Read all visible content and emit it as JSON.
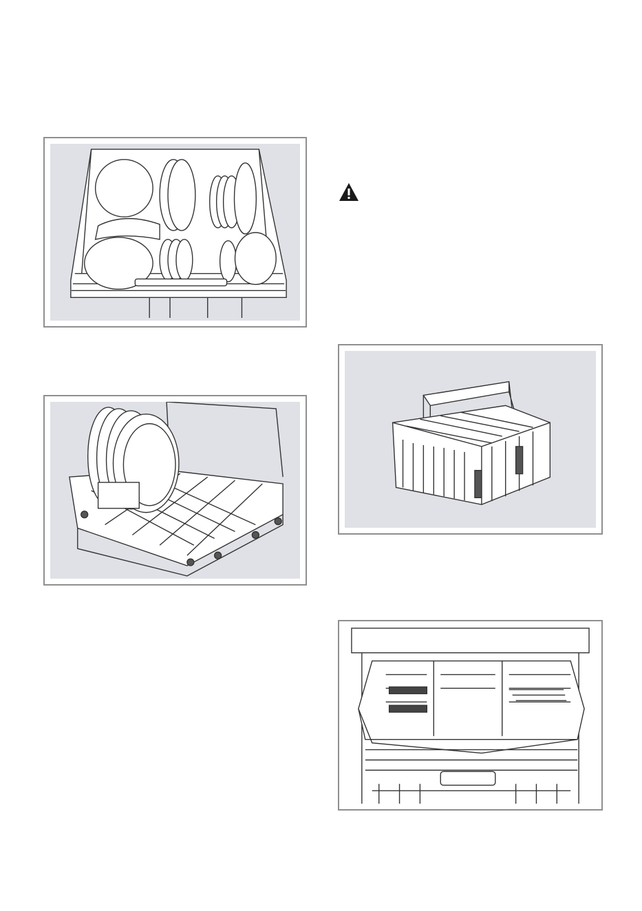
{
  "page": {
    "background": "#ffffff",
    "panel_background": "#dfe1e6",
    "frame_color": "#8f8f8f"
  },
  "figures": [
    {
      "id": "fig1",
      "name": "upper-rack-loaded-illustration",
      "icon": "upper-rack-with-bowls-and-plates"
    },
    {
      "id": "fig2",
      "name": "lower-rack-plates-illustration",
      "icon": "lower-rack-with-plates"
    },
    {
      "id": "fig3",
      "name": "cutlery-basket-illustration",
      "icon": "cutlery-basket"
    },
    {
      "id": "fig4",
      "name": "cutlery-drawer-illustration",
      "icon": "third-rack-cutlery-drawer"
    }
  ],
  "warning": {
    "icon": "warning-triangle-icon",
    "color": "#1a1a1a"
  }
}
